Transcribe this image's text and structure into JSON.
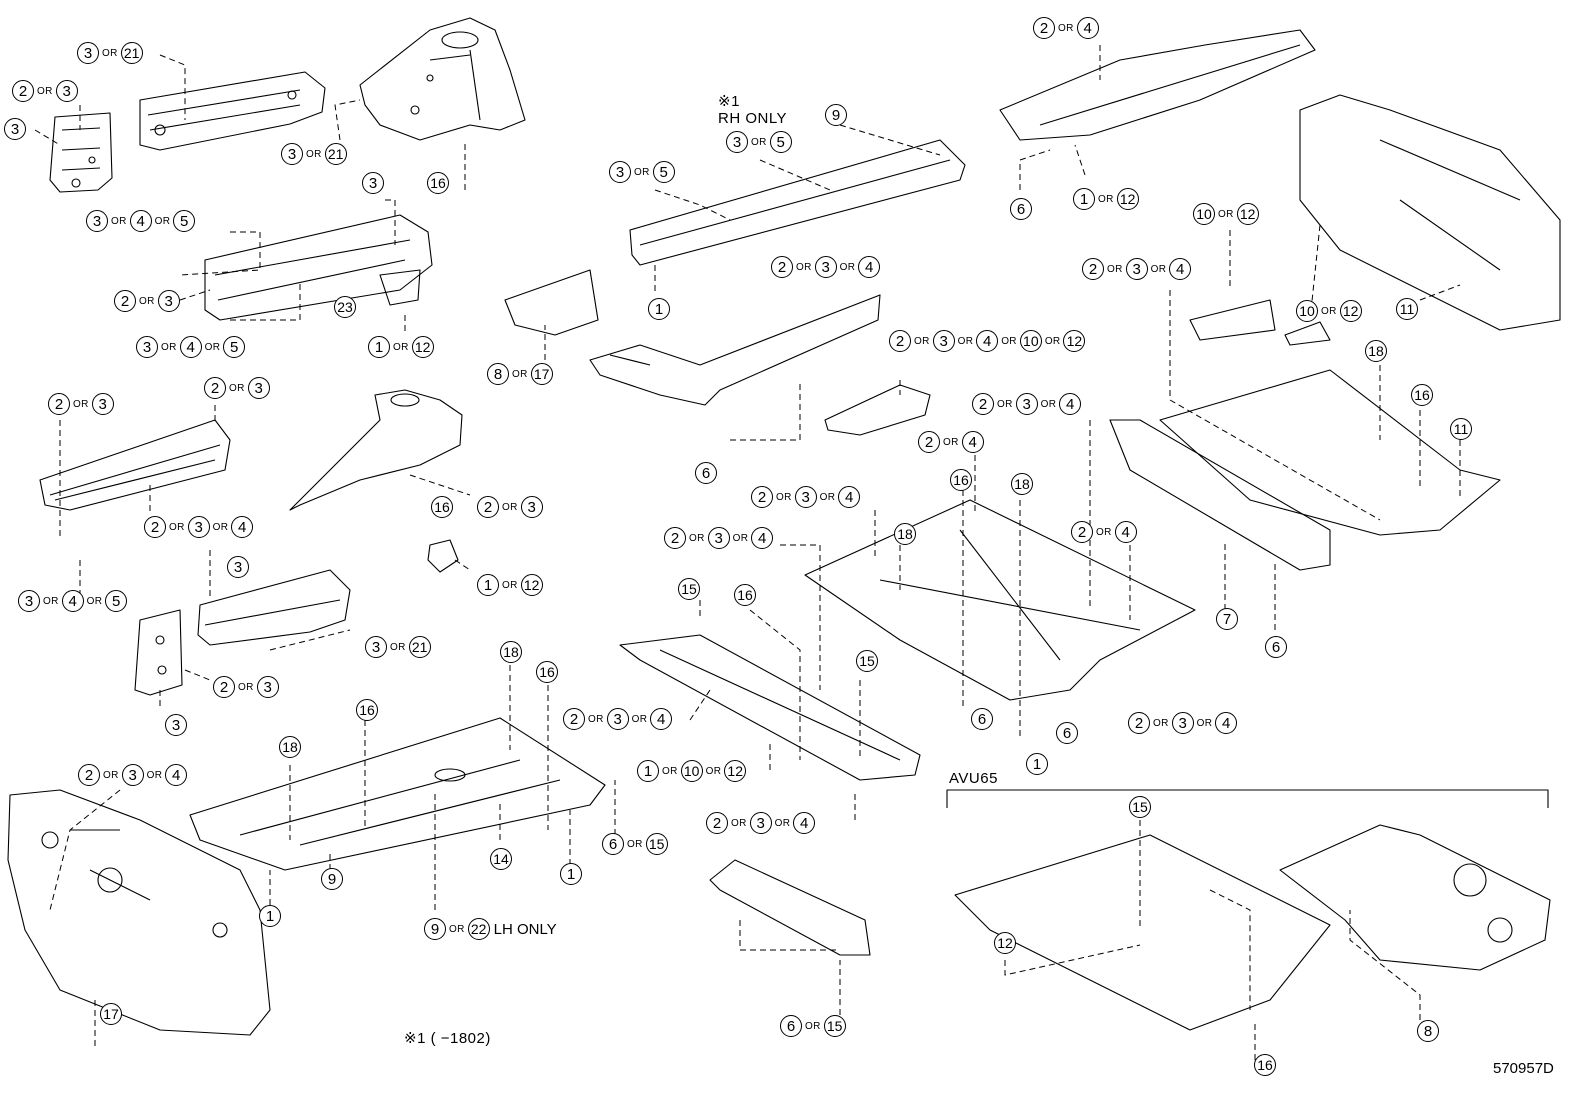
{
  "callouts": [
    {
      "parts": [
        "3",
        "21"
      ],
      "sep": "OR"
    },
    {
      "parts": [
        "2",
        "3"
      ],
      "sep": "OR"
    },
    {
      "parts": [
        "3"
      ],
      "sep": "OR"
    },
    {
      "parts": [
        "3",
        "21"
      ],
      "sep": "OR"
    },
    {
      "parts": [
        "16"
      ],
      "sep": "OR"
    },
    {
      "parts": [
        "3"
      ],
      "sep": "OR"
    },
    {
      "parts": [
        "3",
        "4",
        "5"
      ],
      "sep": "OR"
    },
    {
      "parts": [
        "2",
        "3"
      ],
      "sep": "OR"
    },
    {
      "parts": [
        "23"
      ],
      "sep": "OR"
    },
    {
      "parts": [
        "3",
        "4",
        "5"
      ],
      "sep": "OR"
    },
    {
      "parts": [
        "1",
        "12"
      ],
      "sep": "OR"
    },
    {
      "parts": [
        "2",
        "3"
      ],
      "sep": "OR"
    },
    {
      "parts": [
        "2",
        "3"
      ],
      "sep": "OR"
    },
    {
      "parts": [
        "2",
        "3",
        "4"
      ],
      "sep": "OR"
    },
    {
      "parts": [
        "16"
      ],
      "sep": "OR"
    },
    {
      "parts": [
        "2",
        "3"
      ],
      "sep": "OR"
    },
    {
      "parts": [
        "3",
        "4",
        "5"
      ],
      "sep": "OR"
    },
    {
      "parts": [
        "3"
      ],
      "sep": "OR"
    },
    {
      "parts": [
        "1",
        "12"
      ],
      "sep": "OR"
    },
    {
      "parts": [
        "3",
        "21"
      ],
      "sep": "OR"
    },
    {
      "parts": [
        "2",
        "3"
      ],
      "sep": "OR"
    },
    {
      "parts": [
        "3"
      ],
      "sep": "OR"
    },
    {
      "parts": [
        "3",
        "5"
      ],
      "sep": "OR"
    },
    {
      "parts": [
        "3",
        "5"
      ],
      "sep": "OR"
    },
    {
      "parts": [
        "9"
      ],
      "sep": "OR"
    },
    {
      "parts": [
        "1"
      ],
      "sep": "OR"
    },
    {
      "parts": [
        "8",
        "17"
      ],
      "sep": "OR"
    },
    {
      "parts": [
        "2",
        "3",
        "4"
      ],
      "sep": "OR"
    },
    {
      "parts": [
        "6"
      ],
      "sep": "OR"
    },
    {
      "parts": [
        "2",
        "3",
        "4",
        "10",
        "12"
      ],
      "sep": "OR"
    },
    {
      "parts": [
        "2",
        "4"
      ],
      "sep": "OR"
    },
    {
      "parts": [
        "6"
      ],
      "sep": "OR"
    },
    {
      "parts": [
        "1",
        "12"
      ],
      "sep": "OR"
    },
    {
      "parts": [
        "10",
        "12"
      ],
      "sep": "OR"
    },
    {
      "parts": [
        "2",
        "3",
        "4"
      ],
      "sep": "OR"
    },
    {
      "parts": [
        "10",
        "12"
      ],
      "sep": "OR"
    },
    {
      "parts": [
        "11"
      ],
      "sep": "OR"
    },
    {
      "parts": [
        "18"
      ],
      "sep": "OR"
    },
    {
      "parts": [
        "16"
      ],
      "sep": "OR"
    },
    {
      "parts": [
        "11"
      ],
      "sep": "OR"
    },
    {
      "parts": [
        "2",
        "3",
        "4"
      ],
      "sep": "OR"
    },
    {
      "parts": [
        "2",
        "4"
      ],
      "sep": "OR"
    },
    {
      "parts": [
        "16"
      ],
      "sep": "OR"
    },
    {
      "parts": [
        "18"
      ],
      "sep": "OR"
    },
    {
      "parts": [
        "2",
        "3",
        "4"
      ],
      "sep": "OR"
    },
    {
      "parts": [
        "18"
      ],
      "sep": "OR"
    },
    {
      "parts": [
        "2",
        "4"
      ],
      "sep": "OR"
    },
    {
      "parts": [
        "7"
      ],
      "sep": "OR"
    },
    {
      "parts": [
        "6"
      ],
      "sep": "OR"
    },
    {
      "parts": [
        "2",
        "3",
        "4"
      ],
      "sep": "OR"
    },
    {
      "parts": [
        "15"
      ],
      "sep": "OR"
    },
    {
      "parts": [
        "16"
      ],
      "sep": "OR"
    },
    {
      "parts": [
        "15"
      ],
      "sep": "OR"
    },
    {
      "parts": [
        "18"
      ],
      "sep": "OR"
    },
    {
      "parts": [
        "16"
      ],
      "sep": "OR"
    },
    {
      "parts": [
        "16"
      ],
      "sep": "OR"
    },
    {
      "parts": [
        "18"
      ],
      "sep": "OR"
    },
    {
      "parts": [
        "2",
        "3",
        "4"
      ],
      "sep": "OR"
    },
    {
      "parts": [
        "6"
      ],
      "sep": "OR"
    },
    {
      "parts": [
        "6"
      ],
      "sep": "OR"
    },
    {
      "parts": [
        "1"
      ],
      "sep": "OR"
    },
    {
      "parts": [
        "2",
        "3",
        "4"
      ],
      "sep": "OR"
    },
    {
      "parts": [
        "1",
        "10",
        "12"
      ],
      "sep": "OR"
    },
    {
      "parts": [
        "2",
        "3",
        "4"
      ],
      "sep": "OR"
    },
    {
      "parts": [
        "2",
        "3",
        "4"
      ],
      "sep": "OR"
    },
    {
      "parts": [
        "6",
        "15"
      ],
      "sep": "OR"
    },
    {
      "parts": [
        "14"
      ],
      "sep": "OR"
    },
    {
      "parts": [
        "1"
      ],
      "sep": "OR"
    },
    {
      "parts": [
        "1"
      ],
      "sep": "OR"
    },
    {
      "parts": [
        "9"
      ],
      "sep": "OR"
    },
    {
      "parts": [
        "9",
        "22"
      ],
      "sep": "OR",
      "suffix": "LH ONLY"
    },
    {
      "parts": [
        "17"
      ],
      "sep": "OR"
    },
    {
      "parts": [
        "6",
        "15"
      ],
      "sep": "OR"
    },
    {
      "parts": [
        "15"
      ],
      "sep": "OR"
    },
    {
      "parts": [
        "12"
      ],
      "sep": "OR"
    },
    {
      "parts": [
        "8"
      ],
      "sep": "OR"
    },
    {
      "parts": [
        "16"
      ],
      "sep": "OR"
    }
  ],
  "labels": {
    "note_mark": "※1",
    "rh_only": "RH ONLY",
    "avu65": "AVU65",
    "footnote": "※1 (      −1802)",
    "part_number": "570957D"
  }
}
